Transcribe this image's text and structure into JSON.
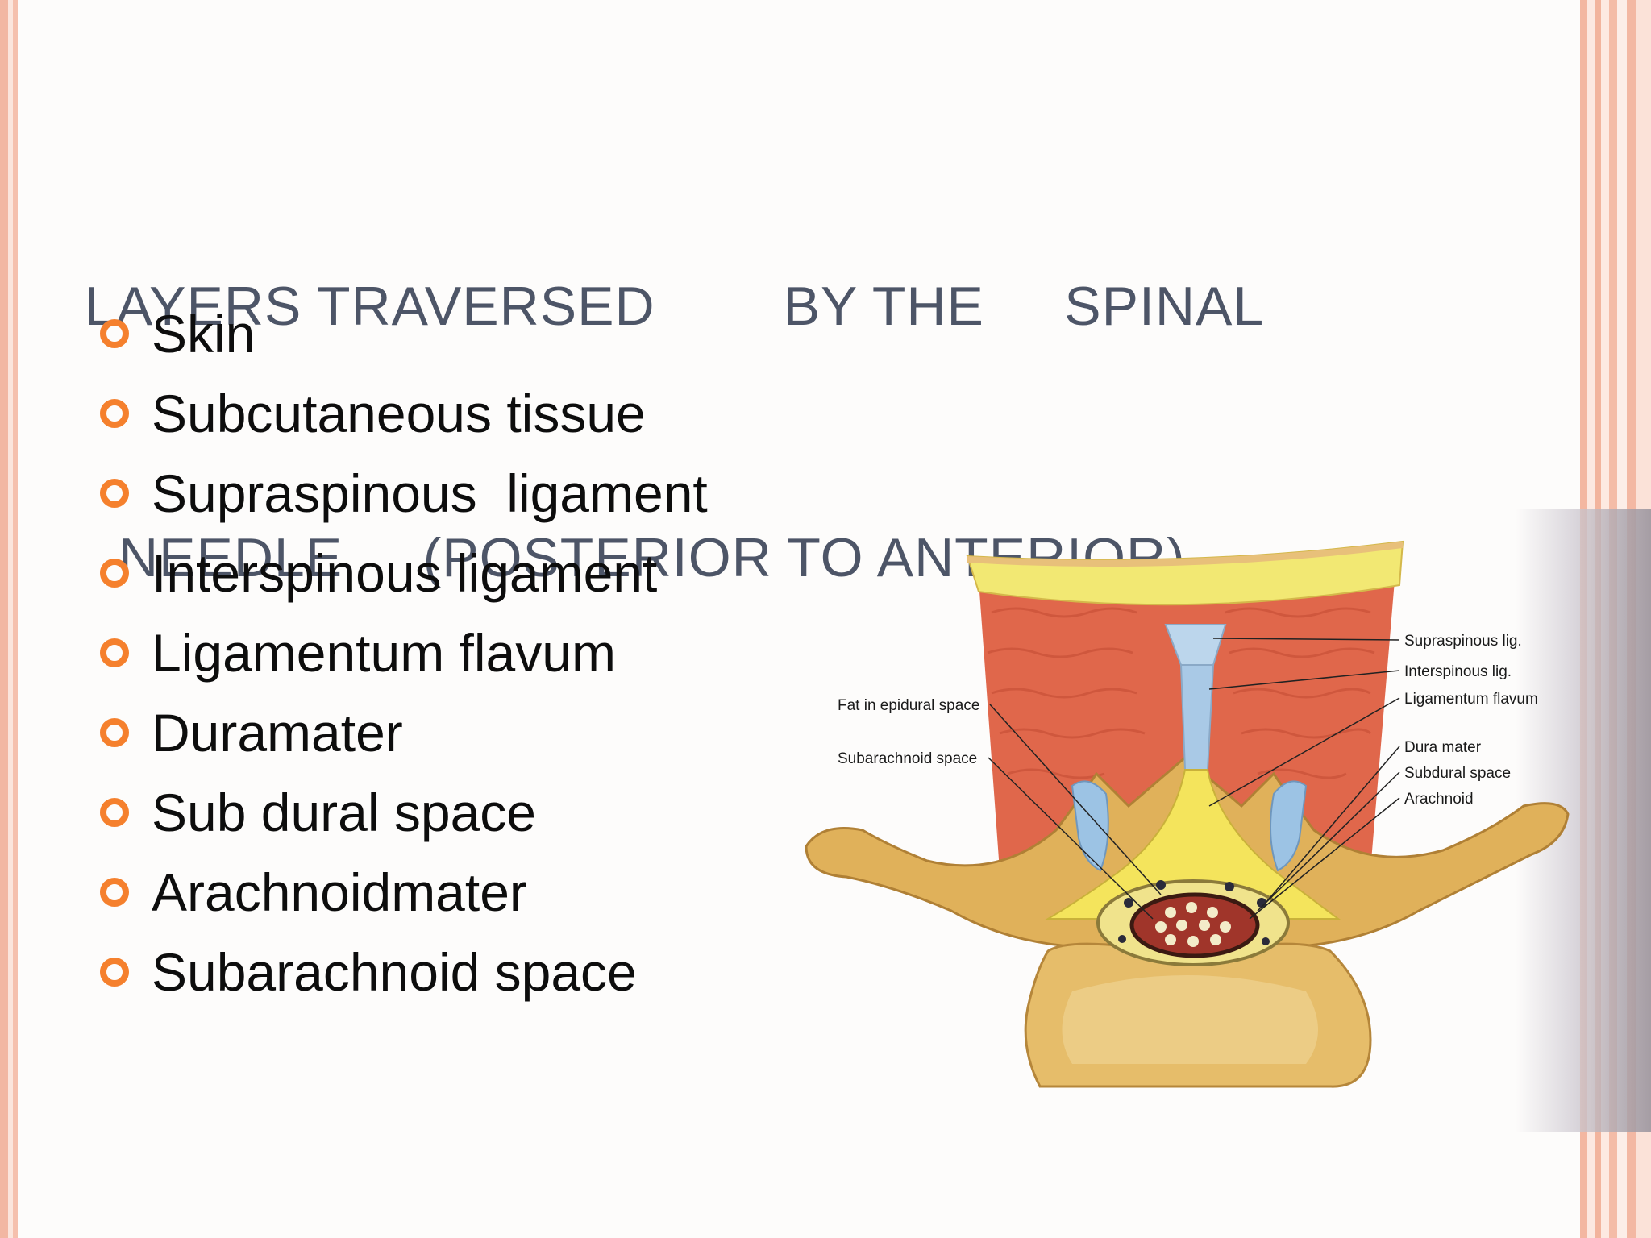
{
  "slide": {
    "title_line1": "LAYERS TRAVERSED        BY THE     SPINAL",
    "title_line2": "NEEDLE     (POSTERIOR TO ANTERIOR)",
    "bullets": [
      "Skin",
      "Subcutaneous tissue",
      "Supraspinous  ligament",
      "Interspinous ligament",
      "Ligamentum flavum",
      "Duramater",
      "Sub dural space",
      "Arachnoidmater",
      "Subarachnoid space"
    ]
  },
  "figure": {
    "labels_left": [
      "Fat in epidural space",
      "Subarachnoid space"
    ],
    "labels_right": [
      "Supraspinous lig.",
      "Interspinous lig.",
      "Ligamentum flavum",
      "Dura mater",
      "Subdural space",
      "Arachnoid"
    ]
  },
  "colors": {
    "bullet": "#f5802d",
    "title": "#4d5567",
    "stripe": "#f3b7a1"
  }
}
